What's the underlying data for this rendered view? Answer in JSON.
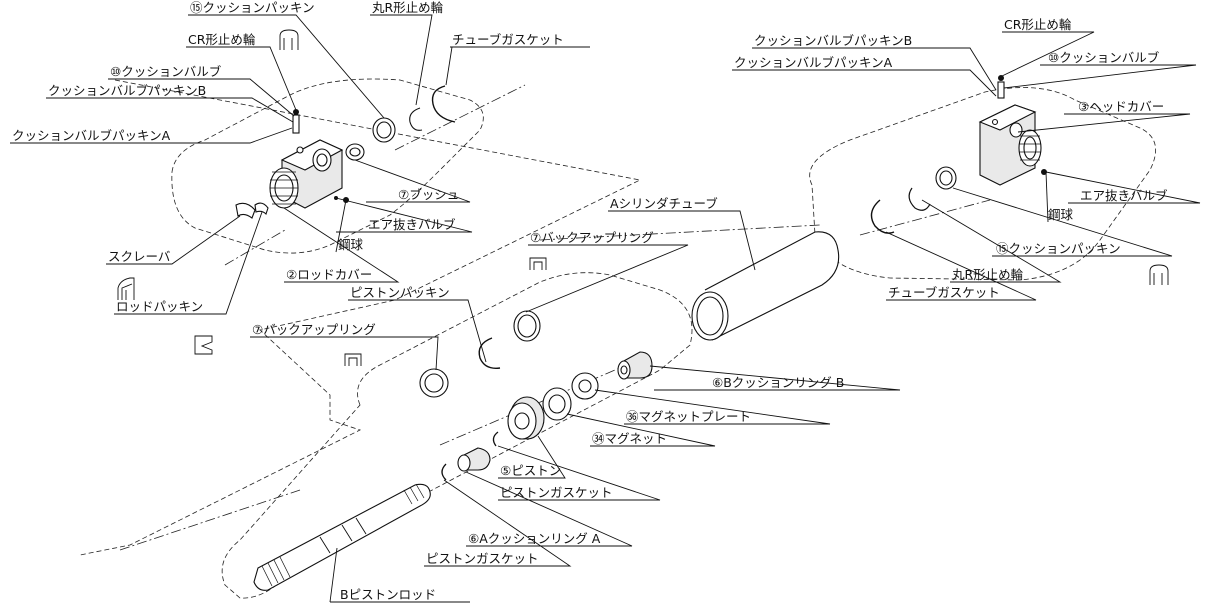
{
  "labels": {
    "cushion_packing_left": "⑮クッションパッキン",
    "retaining_ring_left": "丸R形止め輪",
    "tube_gasket_left": "チューブガスケット",
    "cr_ring_left": "CR形止め輪",
    "cushion_valve_left": "⑩クッションバルブ",
    "cv_packing_b_left": "クッションバルブパッキンB",
    "cv_packing_a_left": "クッションバルブパッキンA",
    "bush": "⑦ブッシュ",
    "air_vent_left": "エア抜きバルブ",
    "steel_ball_left": "鋼球",
    "scraper": "スクレーバ",
    "rod_cover": "②ロッドカバー",
    "rod_packing": "ロッドパッキン",
    "cv_packing_b_right": "クッションバルブパッキンB",
    "cv_packing_a_right": "クッションバルブパッキンA",
    "cr_ring_right": "CR形止め輪",
    "cushion_valve_right": "⑩クッションバルブ",
    "head_cover": "③ヘッドカバー",
    "air_vent_right": "エア抜きバルブ",
    "steel_ball_right": "鋼球",
    "cushion_packing_right": "⑮クッションパッキン",
    "retaining_ring_right": "丸R形止め輪",
    "tube_gasket_right": "チューブガスケット",
    "cylinder_tube": "Aシリンダチューブ",
    "backup_ring_upper": "⑦バックアップリング",
    "piston_packing": "ピストンパッキン",
    "backup_ring_lower": "⑦バックアップリング",
    "cushion_ring_b": "⑥Bクッションリング B",
    "magnet_plate": "㊱マグネットプレート",
    "magnet": "㉞マグネット",
    "piston": "⑤ピストン",
    "piston_gasket_upper": "ピストンガスケット",
    "cushion_ring_a": "⑥Aクッションリング A",
    "piston_gasket_lower": "ピストンガスケット",
    "piston_rod": "Bピストンロッド"
  }
}
